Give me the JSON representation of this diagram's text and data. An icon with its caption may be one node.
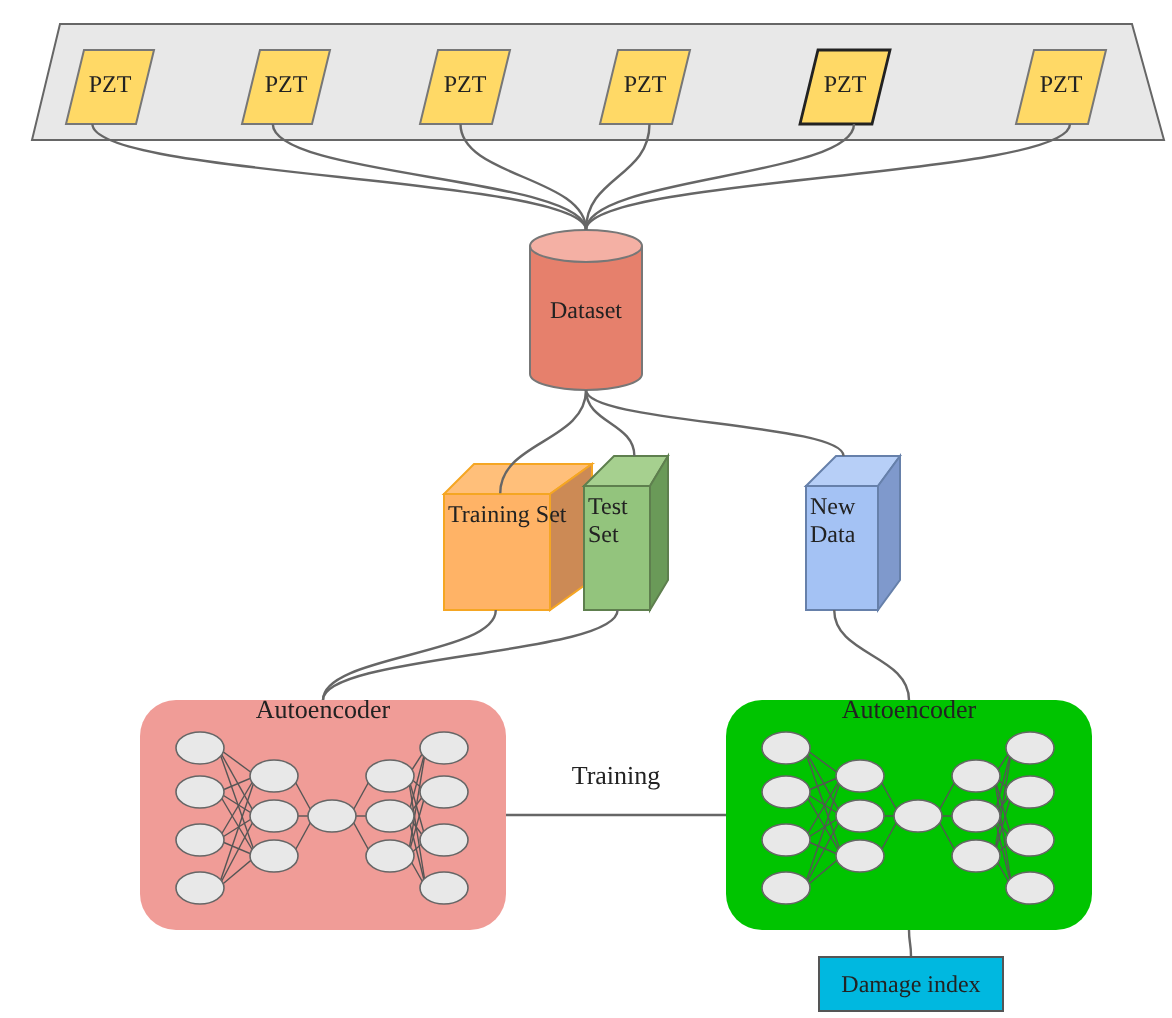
{
  "diagram": {
    "nodes": [
      {
        "text": [],
        "shape": "band"
      },
      {
        "text": [
          "PZT"
        ],
        "in": 0
      },
      {
        "text": [
          "PZT"
        ],
        "in": 0
      },
      {
        "text": [
          "PZT"
        ],
        "in": 0
      },
      {
        "text": [
          "PZT"
        ],
        "in": 0
      },
      {
        "text": [
          "PZT"
        ],
        "in": 0
      },
      {
        "text": [
          "PZT"
        ],
        "in": 0
      },
      {
        "text": [
          "Dataset"
        ]
      },
      {
        "text": [
          "Training Set"
        ]
      },
      {
        "text": [
          "Test Set"
        ]
      },
      {
        "text": [
          "New Data"
        ]
      },
      {
        "text": [
          "Autoencoder"
        ]
      },
      {
        "text": [
          "Autoencoder"
        ]
      },
      {
        "text": [
          "Damage index"
        ]
      }
    ],
    "edges": [
      {
        "from": 1,
        "to": 7,
        "arrow": "none"
      },
      {
        "from": 2,
        "to": 7,
        "arrow": "none"
      },
      {
        "from": 3,
        "to": 7,
        "arrow": "none"
      },
      {
        "from": 4,
        "to": 7,
        "arrow": "none"
      },
      {
        "from": 5,
        "to": 7,
        "arrow": "none"
      },
      {
        "from": 6,
        "to": 7,
        "arrow": "none"
      },
      {
        "from": 7,
        "to": 8,
        "arrow": "none"
      },
      {
        "from": 7,
        "to": 9,
        "arrow": "none"
      },
      {
        "from": 7,
        "to": 10,
        "arrow": "none"
      },
      {
        "from": 8,
        "to": 11,
        "arrow": "none"
      },
      {
        "from": 9,
        "to": 11,
        "arrow": "none"
      },
      {
        "from": 10,
        "to": 12,
        "arrow": "none"
      },
      {
        "from": 11,
        "to": 12,
        "arrow": "none",
        "label": "Training"
      },
      {
        "from": 12,
        "to": 13,
        "arrow": "none"
      }
    ]
  }
}
